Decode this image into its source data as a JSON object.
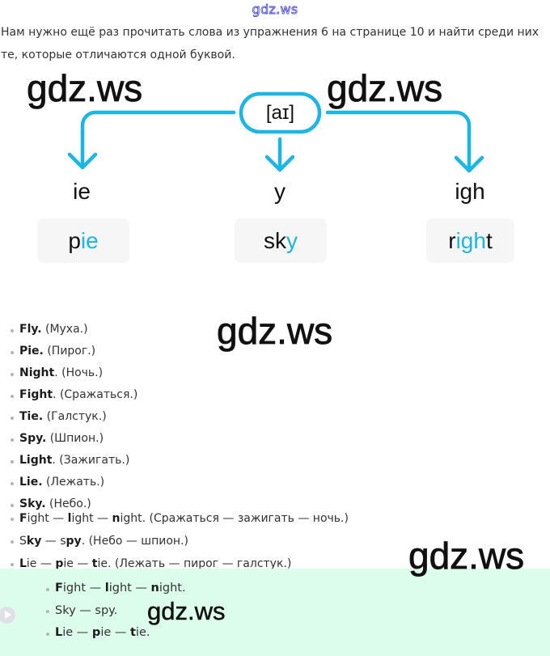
{
  "header": {
    "site_watermark": "gdz.ws"
  },
  "intro": {
    "lines": [
      "Нам нужно ещё раз прочитать слова из упражнения 6 на странице 10 и найти среди них",
      "те, которые отличаются одной буквой."
    ]
  },
  "watermarks": [
    "gdz.ws",
    "gdz.ws",
    "gdz.ws",
    "gdz.ws",
    "gdz.ws"
  ],
  "diagram": {
    "sound": "[aɪ]",
    "connector_icon": "arrow-down-icon",
    "branches": [
      {
        "spelling": "ie",
        "example": [
          {
            "text": "p"
          },
          {
            "text": "ie",
            "highlight": true
          }
        ]
      },
      {
        "spelling": "y",
        "example": [
          {
            "text": "sk"
          },
          {
            "text": "y",
            "highlight": true
          }
        ]
      },
      {
        "spelling": "igh",
        "example": [
          {
            "text": "r"
          },
          {
            "text": "igh",
            "highlight": true
          },
          {
            "text": "t"
          }
        ]
      }
    ]
  },
  "word_list": [
    {
      "segments": [
        {
          "text": "Fly.",
          "bold": true
        },
        {
          "text": " (Муха.)"
        }
      ]
    },
    {
      "segments": [
        {
          "text": "Pie.",
          "bold": true
        },
        {
          "text": " (Пирог.)"
        }
      ]
    },
    {
      "segments": [
        {
          "text": "Night",
          "bold": true
        },
        {
          "text": ". (Ночь.)"
        }
      ]
    },
    {
      "segments": [
        {
          "text": "Fight",
          "bold": true
        },
        {
          "text": ". (Сражаться.)"
        }
      ]
    },
    {
      "segments": [
        {
          "text": "Tie.",
          "bold": true
        },
        {
          "text": " (Галстук.)"
        }
      ]
    },
    {
      "segments": [
        {
          "text": "Spy.",
          "bold": true
        },
        {
          "text": " (Шпион.)"
        }
      ]
    },
    {
      "segments": [
        {
          "text": "Light",
          "bold": true
        },
        {
          "text": ". (Зажигать.)"
        }
      ]
    },
    {
      "segments": [
        {
          "text": "Lie.",
          "bold": true
        },
        {
          "text": " (Лежать.)"
        }
      ]
    },
    {
      "segments": [
        {
          "text": "Sky.",
          "bold": true
        },
        {
          "text": " (Небо.)"
        }
      ]
    }
  ],
  "pairs_list": [
    {
      "segments": [
        {
          "text": "F",
          "bold": true
        },
        {
          "text": "ight — "
        },
        {
          "text": "l",
          "bold": true
        },
        {
          "text": "ight — "
        },
        {
          "text": "n",
          "bold": true
        },
        {
          "text": "ight. (Сражаться — зажигать — ночь.)"
        }
      ]
    },
    {
      "segments": [
        {
          "text": "S"
        },
        {
          "text": "ky",
          "bold": true
        },
        {
          "text": " — s"
        },
        {
          "text": "py",
          "bold": true
        },
        {
          "text": ". (Небо — шпион.)"
        }
      ]
    },
    {
      "segments": [
        {
          "text": "L",
          "bold": true
        },
        {
          "text": "ie — "
        },
        {
          "text": "p",
          "bold": true
        },
        {
          "text": "ie — "
        },
        {
          "text": "t",
          "bold": true
        },
        {
          "text": "ie. (Лежать — пирог — галстук.)"
        }
      ]
    }
  ],
  "answer": {
    "items": [
      {
        "segments": [
          {
            "text": "F",
            "bold": true
          },
          {
            "text": "ight — "
          },
          {
            "text": "l",
            "bold": true
          },
          {
            "text": "ight — "
          },
          {
            "text": "n",
            "bold": true
          },
          {
            "text": "ight."
          }
        ]
      },
      {
        "segments": [
          {
            "text": "Sky — spy."
          }
        ]
      },
      {
        "segments": [
          {
            "text": "L",
            "bold": true
          },
          {
            "text": "ie — "
          },
          {
            "text": "p",
            "bold": true
          },
          {
            "text": "ie — "
          },
          {
            "text": "t",
            "bold": true
          },
          {
            "text": "ie."
          }
        ]
      }
    ]
  },
  "media": {
    "icon": "play-icon"
  },
  "colors": {
    "accent": "#1bb5e6",
    "answer_bg": "#dcfdec",
    "watermark_top": "#5151dc",
    "text": "#333333"
  }
}
